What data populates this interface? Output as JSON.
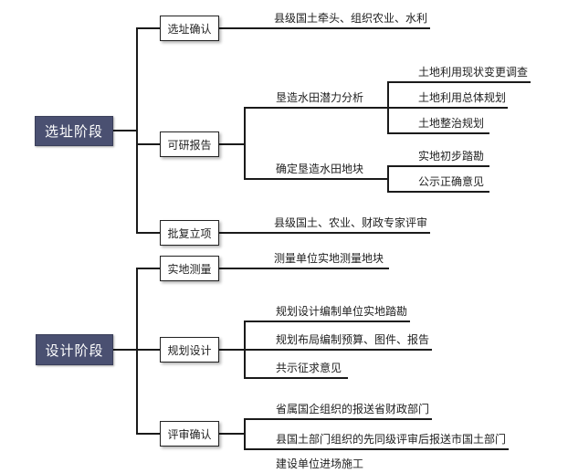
{
  "colors": {
    "background": "#ffffff",
    "root_fill": "#4a5071",
    "root_text": "#ffffff",
    "line": "#1a1a1a",
    "node_border": "#222222",
    "text": "#222222"
  },
  "stages": [
    {
      "label": "选址阶段",
      "steps": [
        {
          "label": "选址确认",
          "details": [
            {
              "text": "县级国土牵头、组织农业、水利"
            }
          ]
        },
        {
          "label": "可研报告",
          "details": [
            {
              "text": "垦造水田潜力分析",
              "subitems": [
                "土地利用现状变更调查",
                "土地利用总体规划",
                "土地整治规划"
              ]
            },
            {
              "text": "确定垦造水田地块",
              "subitems": [
                "实地初步踏勘",
                "公示正确意见"
              ]
            }
          ]
        },
        {
          "label": "批复立项",
          "details": [
            {
              "text": "县级国土、农业、财政专家评审"
            }
          ]
        }
      ]
    },
    {
      "label": "设计阶段",
      "steps": [
        {
          "label": "实地测量",
          "details": [
            {
              "text": "测量单位实地测量地块"
            }
          ]
        },
        {
          "label": "规划设计",
          "details": [
            {
              "text": "规划设计编制单位实地踏勘"
            },
            {
              "text": "规划布局编制预算、图件、报告"
            },
            {
              "text": "共示征求意见"
            }
          ]
        },
        {
          "label": "评审确认",
          "details": [
            {
              "text": "省属国企组织的报送省财政部门"
            },
            {
              "text": "县国土部门组织的先同级评审后报送市国土部门"
            },
            {
              "text": "建设单位进场施工"
            }
          ]
        }
      ]
    }
  ]
}
